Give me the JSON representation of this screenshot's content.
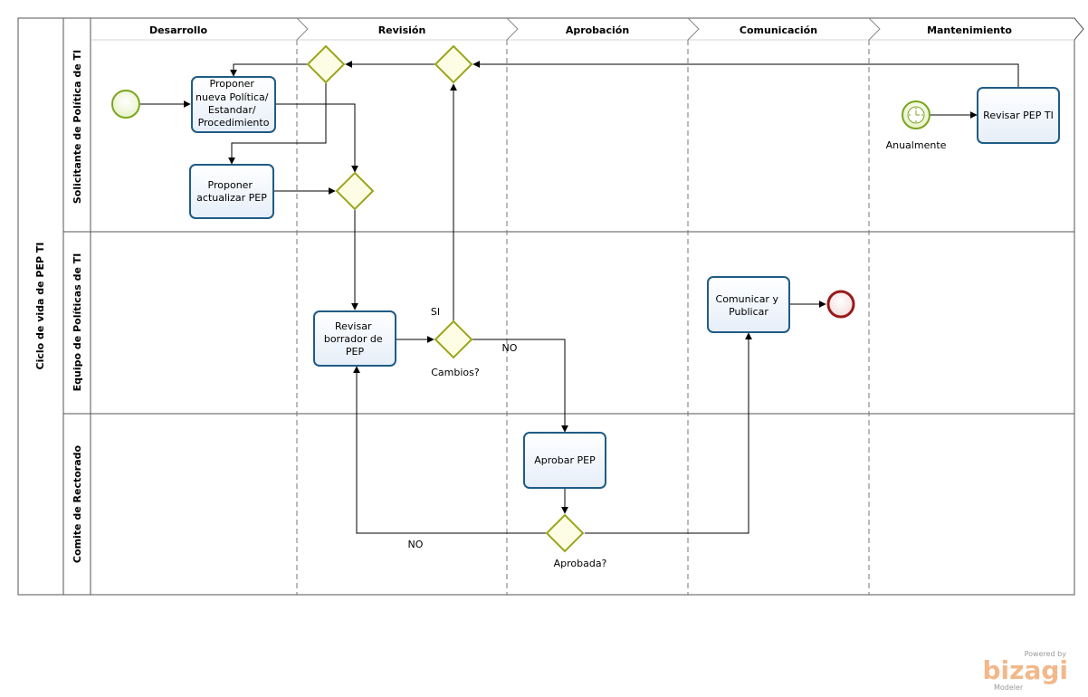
{
  "pool": {
    "title": "Ciclo de vida de PEP TI"
  },
  "phases": [
    "Desarrollo",
    "Revisión",
    "Aprobación",
    "Comunicación",
    "Mantenimiento"
  ],
  "lanes": [
    "Solicitante de Política de TI",
    "Equipo de Políticas de TI",
    "Comite de Rectorado"
  ],
  "tasks": {
    "proponer_nueva": [
      "Proponer",
      "nueva Política/",
      "Estandar/",
      "Procedimiento"
    ],
    "proponer_actualizar": [
      "Proponer",
      "actualizar  PEP"
    ],
    "revisar_borrador": [
      "Revisar",
      "borrador de",
      "PEP"
    ],
    "aprobar_pep": [
      "Aprobar PEP"
    ],
    "comunicar": [
      "Comunicar y",
      "Publicar"
    ],
    "revisar_pep_ti": [
      "Revisar PEP TI"
    ]
  },
  "events": {
    "timer_label": "Anualmente"
  },
  "gateways": {
    "cambios": "Cambios?",
    "aprobada": "Aprobada?"
  },
  "flow_labels": {
    "si": "SI",
    "no_cambios": "NO",
    "no_aprobada": "NO"
  },
  "brand": {
    "powered": "Powered by",
    "name": "bizagi",
    "product": "Modeler"
  },
  "colors": {
    "task_stroke": "#1f5c86",
    "task_fill": "#eef3fa",
    "gateway_stroke": "#9aa519",
    "gateway_fill": "#fdfde6",
    "start_stroke": "#7aa51e",
    "end_stroke": "#9a1a1a",
    "lane_line": "#555555"
  }
}
